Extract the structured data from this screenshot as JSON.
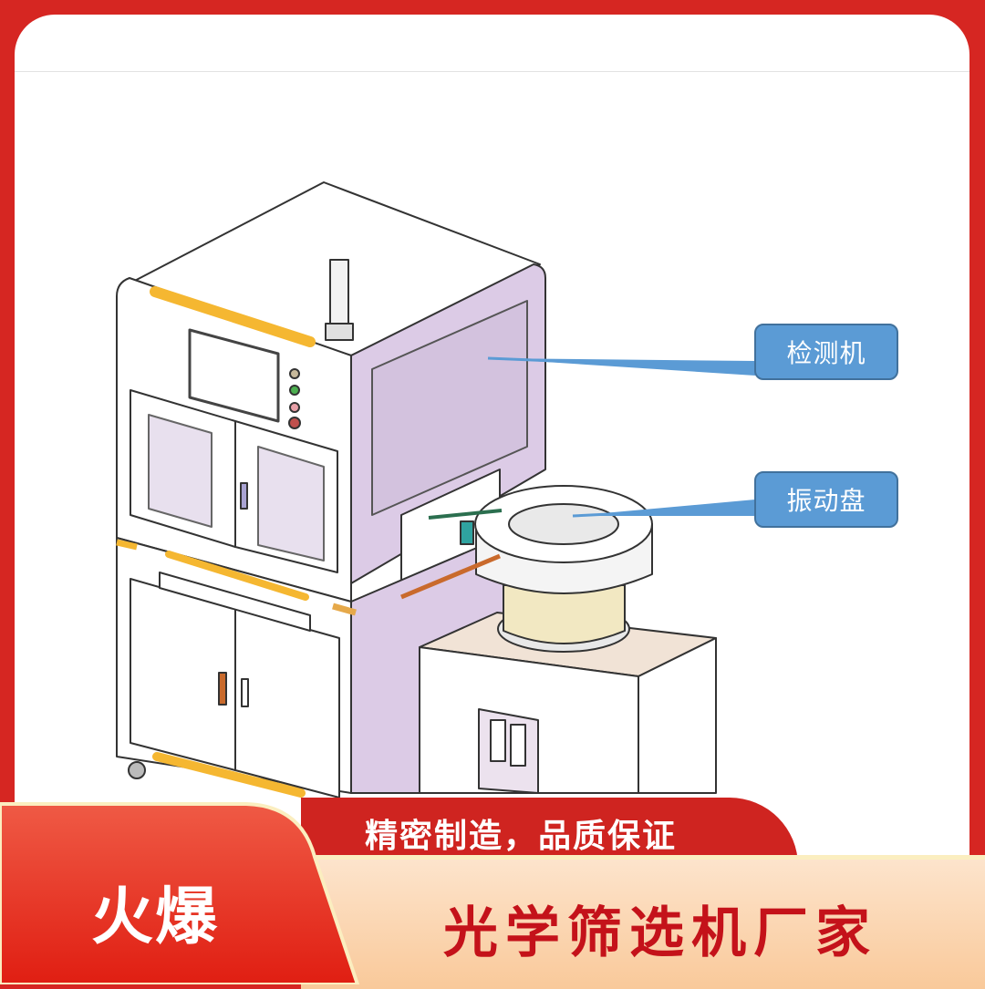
{
  "colors": {
    "frame": "#d62622",
    "card": "#ffffff",
    "callout_fill": "#5b9bd5",
    "callout_border": "#41719c",
    "slogan_bar": "#cf2420",
    "peach_top": "#fde4cc",
    "peach_bottom": "#f9c99a",
    "title_red": "#c4121a",
    "machine_lavender": "#dccbe6",
    "machine_accent_yellow": "#f5b731"
  },
  "illustration": {
    "description": "Isometric line drawing of an optical screening machine with a vibration bowl feeder on a side stand",
    "callouts": [
      {
        "label": "检测机",
        "target": "inspection-machine"
      },
      {
        "label": "振动盘",
        "target": "vibration-bowl"
      }
    ]
  },
  "banner": {
    "badge": "火爆",
    "slogan": "精密制造，品质保证",
    "title": "光学筛选机厂家"
  }
}
